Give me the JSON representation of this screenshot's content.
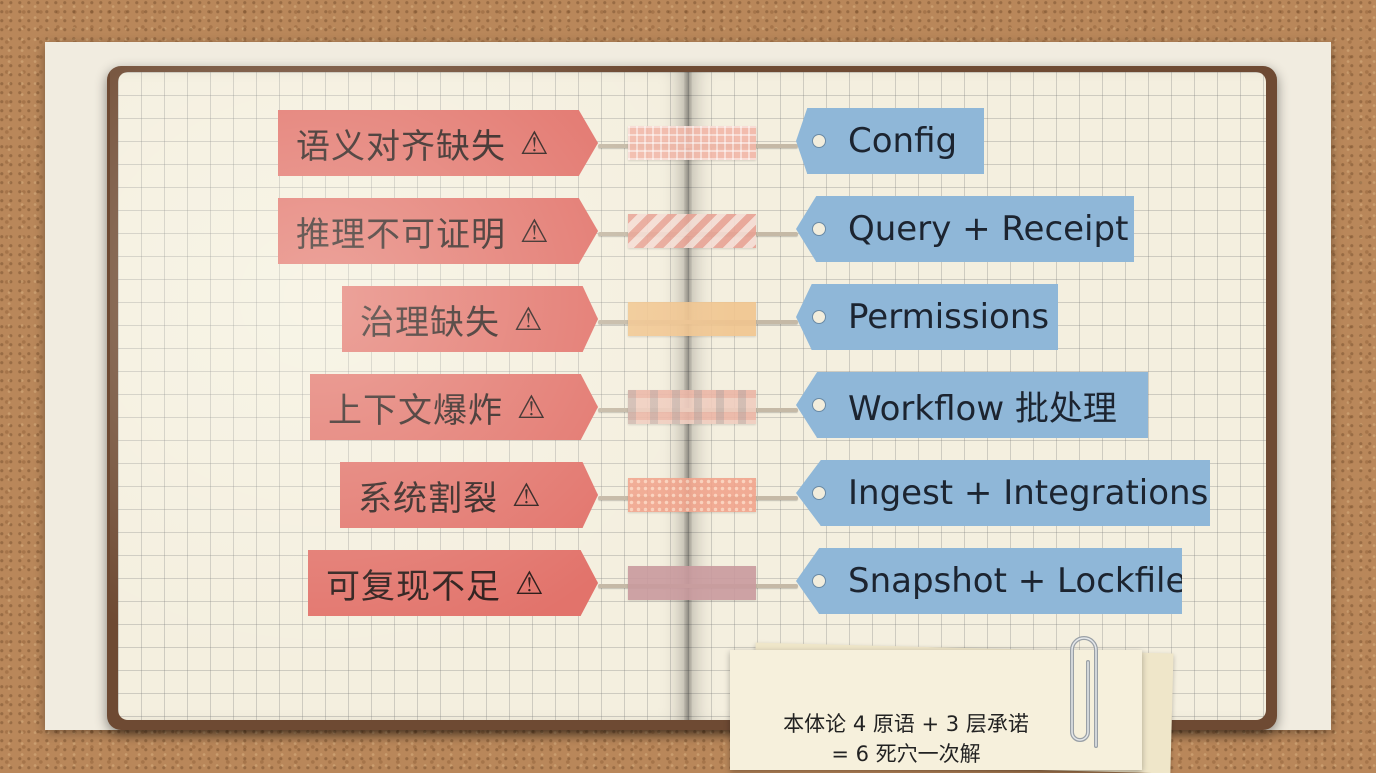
{
  "problems": [
    {
      "label": "语义对齐缺失",
      "icon": "warning-icon"
    },
    {
      "label": "推理不可证明",
      "icon": "warning-icon"
    },
    {
      "label": "治理缺失",
      "icon": "warning-icon"
    },
    {
      "label": "上下文爆炸",
      "icon": "warning-icon"
    },
    {
      "label": "系统割裂",
      "icon": "warning-icon"
    },
    {
      "label": "可复现不足",
      "icon": "warning-icon"
    }
  ],
  "solutions": [
    {
      "label": "Config"
    },
    {
      "label": "Query + Receipt"
    },
    {
      "label": "Permissions"
    },
    {
      "label": "Workflow 批处理"
    },
    {
      "label": "Ingest + Integrations"
    },
    {
      "label": "Snapshot + Lockfile"
    }
  ],
  "note": {
    "line1": "本体论 4 原语 + 3 层承诺",
    "line2": "= 6 死穴一次解"
  },
  "colors": {
    "problem_tag": "#e2736b",
    "solution_tag": "#8fb7d8",
    "notebook_cover": "#6e4a33",
    "page": "#f4efdf"
  }
}
